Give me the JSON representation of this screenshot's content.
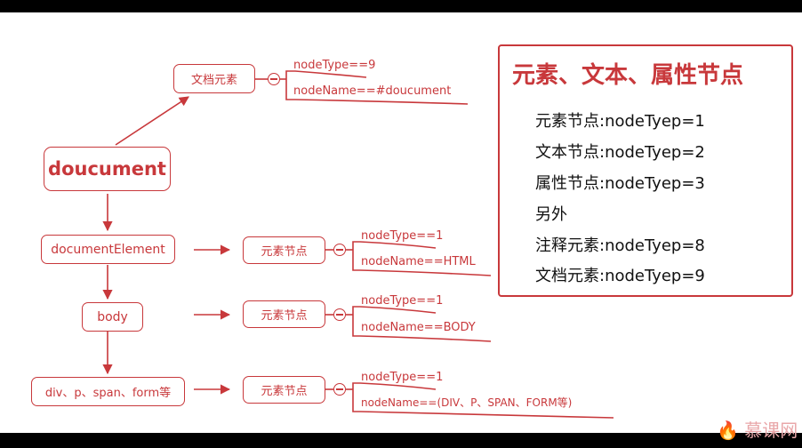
{
  "tree": {
    "root": "doucument",
    "document_node": "文档元素",
    "document_element": "documentElement",
    "body": "body",
    "elements": "div、p、span、form等",
    "element_node": "元素节点"
  },
  "props": {
    "doc_type": "nodeType==9",
    "doc_name": "nodeName==#doucument",
    "html_type": "nodeType==1",
    "html_name": "nodeName==HTML",
    "body_type": "nodeType==1",
    "body_name": "nodeName==BODY",
    "el_type": "nodeType==1",
    "el_name": "nodeName==(DIV、P、SPAN、FORM等)"
  },
  "panel": {
    "title": "元素、文本、属性节点",
    "lines": [
      "元素节点:nodeTyep=1",
      "文本节点:nodeTyep=2",
      "属性节点:nodeTyep=3",
      "另外",
      "注释元素:nodeTyep=8",
      "文档元素:nodeTyep=9"
    ]
  },
  "watermark": "慕课网",
  "colors": {
    "accent": "#c8383b",
    "text": "#111111"
  }
}
